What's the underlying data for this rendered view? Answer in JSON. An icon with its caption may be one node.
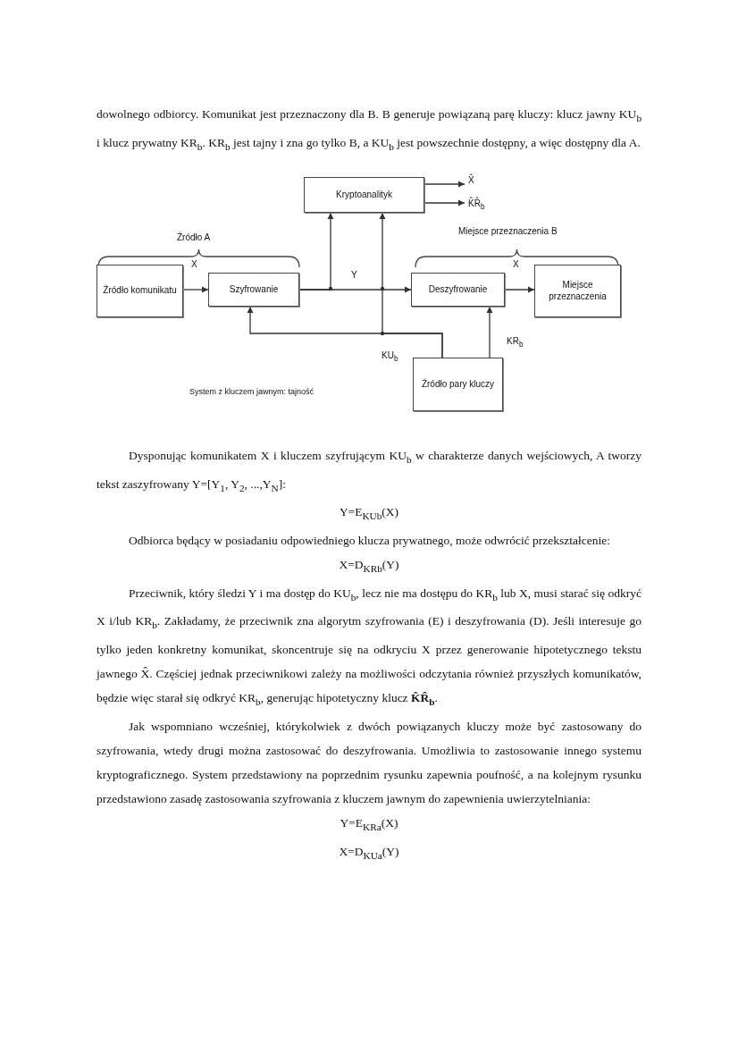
{
  "diagram": {
    "caption": "System z kluczem jawnym: tajność",
    "nodes": [
      {
        "text": [
          "Kryptoanalityk"
        ]
      },
      {
        "text": [
          "Źródło komunikatu"
        ]
      },
      {
        "text": [
          "Szyfrowanie"
        ]
      },
      {
        "text": [
          "Deszyfrowanie"
        ]
      },
      {
        "text": [
          "Miejsce przeznaczenia"
        ]
      },
      {
        "text": [
          "Źródło pary kluczy"
        ]
      }
    ],
    "edges": [
      {
        "from": 1,
        "to": 2,
        "arrow": "to",
        "label": "X"
      },
      {
        "from": 2,
        "to": 3,
        "arrow": "to",
        "label": "Y"
      },
      {
        "from": 2,
        "to": 0,
        "arrow": "to"
      },
      {
        "from": 3,
        "to": 4,
        "arrow": "to",
        "label": "X"
      },
      {
        "from": 5,
        "to": 2,
        "arrow": "to",
        "label": "KU$_{b}$"
      },
      {
        "from": 5,
        "to": 0,
        "arrow": "to"
      },
      {
        "from": 5,
        "to": 3,
        "arrow": "to",
        "label": "KR$_{b}$"
      },
      {
        "from": 0,
        "to": null,
        "arrow": "to",
        "label": "X̂"
      },
      {
        "from": 0,
        "to": null,
        "arrow": "to",
        "label": "K̂R̂$_{b}$"
      }
    ],
    "labels": [
      "dowolnego odbiorcy. Komunikat jest przeznaczony dla B. B generuje powiązaną parę kluczy: klucz jawny KU$_{b}$ i klucz prywatny KR$_{b}$. KR$_{b}$ jest tajny i zna go tylko B, a KU$_{b}$ jest powszechnie dostępny, a więc dostępny dla A.",
      "Źródło A",
      "Miejsce przeznaczenia B",
      "Dysponując komunikatem X i kluczem szyfrującym KU$_{b}$ w charakterze danych wejściowych, A tworzy tekst zaszyfrowany Y=[Y$_{1}$, Y$_{2}$, ...,Y$_{N}$]:",
      "Y=E$_{KUb}$(X)",
      "Odbiorca będący w posiadaniu odpowiedniego klucza prywatnego, może odwrócić przekształcenie:",
      "X=D$_{KRb}$(Y)",
      "Przeciwnik, który śledzi Y i ma dostęp do KU$_{b}$, lecz nie ma dostępu do KR$_{b}$ lub X, musi starać się odkryć X i/lub KR$_{b}$. Zakładamy, że przeciwnik zna algorytm szyfrowania (E) i deszyfrowania (D). Jeśli interesuje go tylko jeden konkretny komunikat, skoncentruje się na odkryciu X przez generowanie hipotetycznego tekstu jawnego X̂. Częściej jednak przeciwnikowi zależy na możliwości odczytania również przyszłych komunikatów, będzie więc starał się odkryć KR$_{b}$, generując hipotetyczny klucz **K̂R̂$_{b}$**.",
      "Jak wspomniano wcześniej, którykolwiek z dwóch powiązanych kluczy może być zastosowany do szyfrowania, wtedy drugi można zastosować do deszyfrowania. Umożliwia to zastosowanie innego systemu kryptograficznego. System przedstawiony na poprzednim rysunku zapewnia poufność, a na kolejnym rysunku przedstawiono zasadę zastosowania szyfrowania z kluczem jawnym do zapewnienia uwierzytelniania:",
      "Y=E$_{KRa}$(X)",
      "X=D$_{KUa}$(Y)"
    ]
  }
}
